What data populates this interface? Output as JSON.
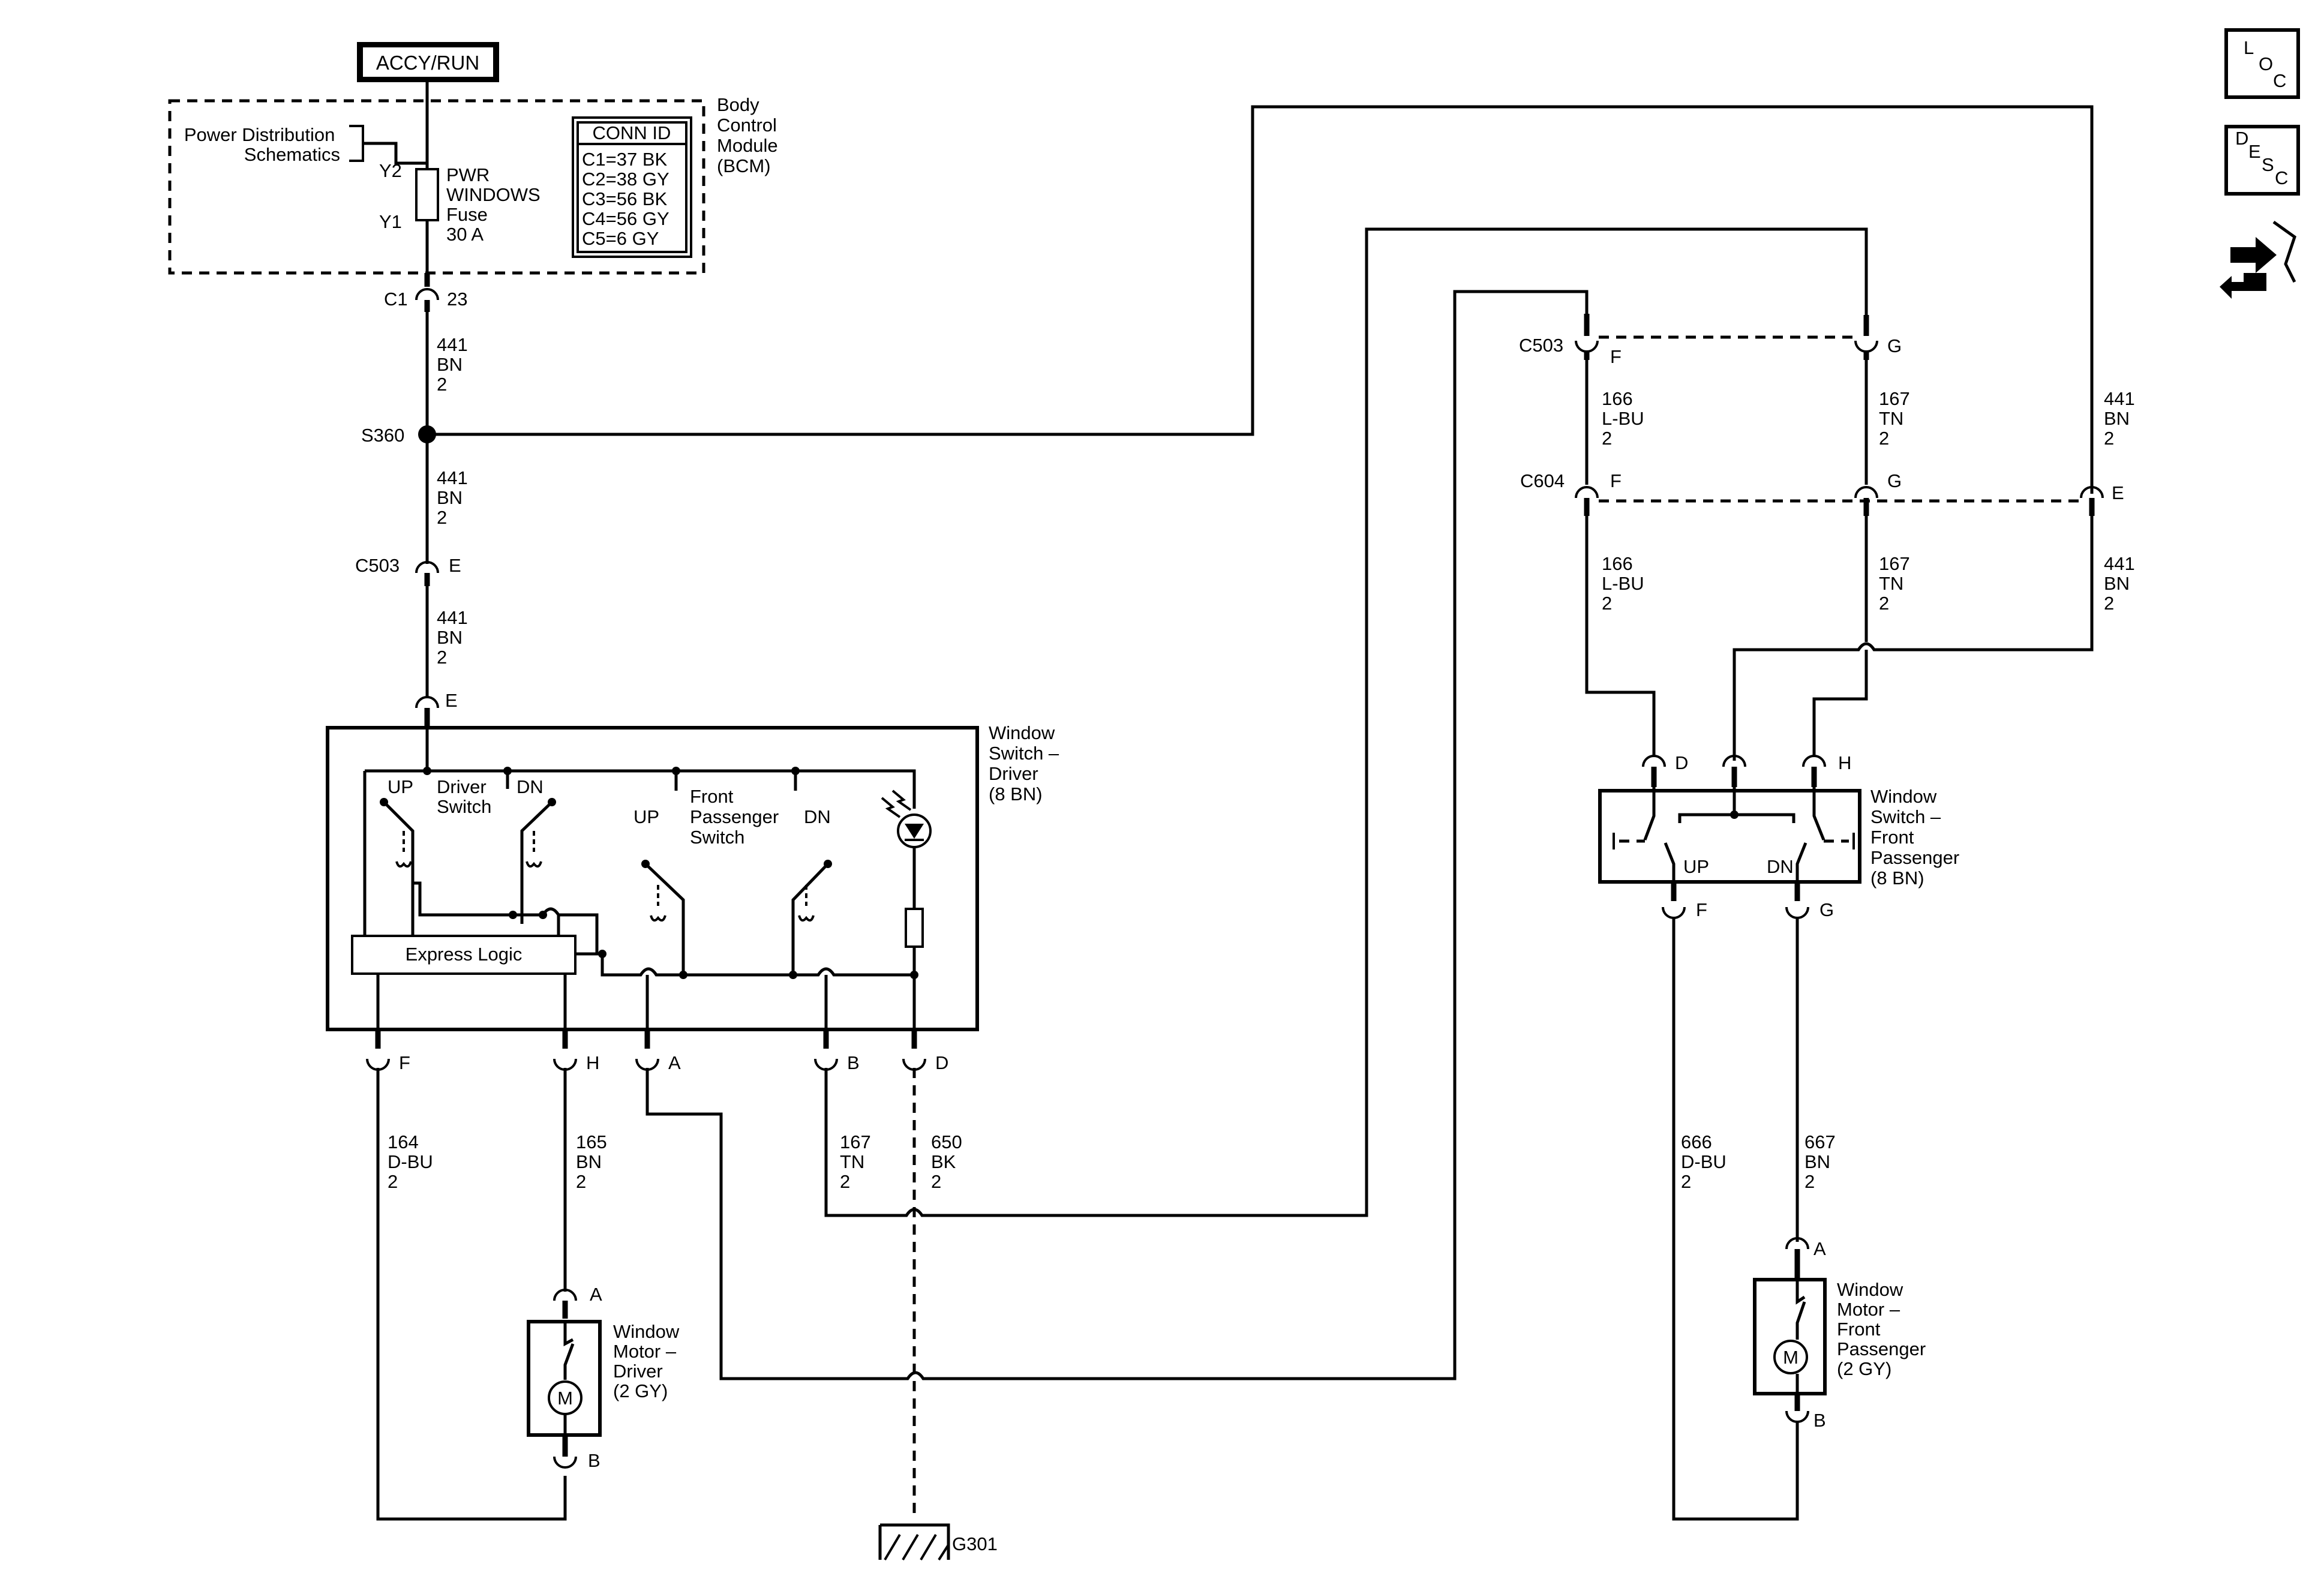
{
  "title": "ACCY/RUN",
  "bcm": {
    "label_lines": [
      "Body",
      "Control",
      "Module",
      "(BCM)"
    ],
    "power_distribution_lines": [
      "Power Distribution",
      "Schematics"
    ],
    "y2": "Y2",
    "y1": "Y1",
    "fuse_lines": [
      "PWR",
      "WINDOWS",
      "Fuse",
      "30 A"
    ],
    "conn_id": {
      "header": "CONN ID",
      "rows": [
        "C1=37 BK",
        "C2=38 GY",
        "C3=56 BK",
        "C4=56 GY",
        "C5=6 GY"
      ]
    }
  },
  "connectors": {
    "c1": "C1",
    "c1_pin": "23",
    "s360": "S360",
    "c503": "C503",
    "c604": "C604",
    "pin_e": "E",
    "pin_f": "F",
    "pin_g": "G",
    "pin_h": "H",
    "pin_a": "A",
    "pin_b": "B",
    "pin_d": "D"
  },
  "wires": {
    "w441": [
      "441",
      "BN",
      "2"
    ],
    "w166": [
      "166",
      "L-BU",
      "2"
    ],
    "w167": [
      "167",
      "TN",
      "2"
    ],
    "w164": [
      "164",
      "D-BU",
      "2"
    ],
    "w165": [
      "165",
      "BN",
      "2"
    ],
    "w650": [
      "650",
      "BK",
      "2"
    ],
    "w666": [
      "666",
      "D-BU",
      "2"
    ],
    "w667": [
      "667",
      "BN",
      "2"
    ]
  },
  "driver_switch": {
    "label_lines": [
      "Window",
      "Switch –",
      "Driver",
      "(8 BN)"
    ],
    "up": "UP",
    "dn": "DN",
    "driver_switch_lines": [
      "Driver",
      "Switch"
    ],
    "front_passenger_switch_lines": [
      "Front",
      "Passenger",
      "Switch"
    ],
    "express_logic": "Express Logic"
  },
  "passenger_switch": {
    "label_lines": [
      "Window",
      "Switch –",
      "Front",
      "Passenger",
      "(8 BN)"
    ],
    "up": "UP",
    "dn": "DN"
  },
  "driver_motor": {
    "label_lines": [
      "Window",
      "Motor –",
      "Driver",
      "(2 GY)"
    ],
    "symbol": "M"
  },
  "passenger_motor": {
    "label_lines": [
      "Window",
      "Motor –",
      "Front",
      "Passenger",
      "(2 GY)"
    ],
    "symbol": "M"
  },
  "ground": {
    "label": "G301",
    "icon": "ground-symbol"
  },
  "nav_icons": {
    "loc": [
      "L",
      "O",
      "C"
    ],
    "desc": [
      "D",
      "E",
      "S",
      "C"
    ],
    "connector_icon": "connector-end-view-icon"
  }
}
